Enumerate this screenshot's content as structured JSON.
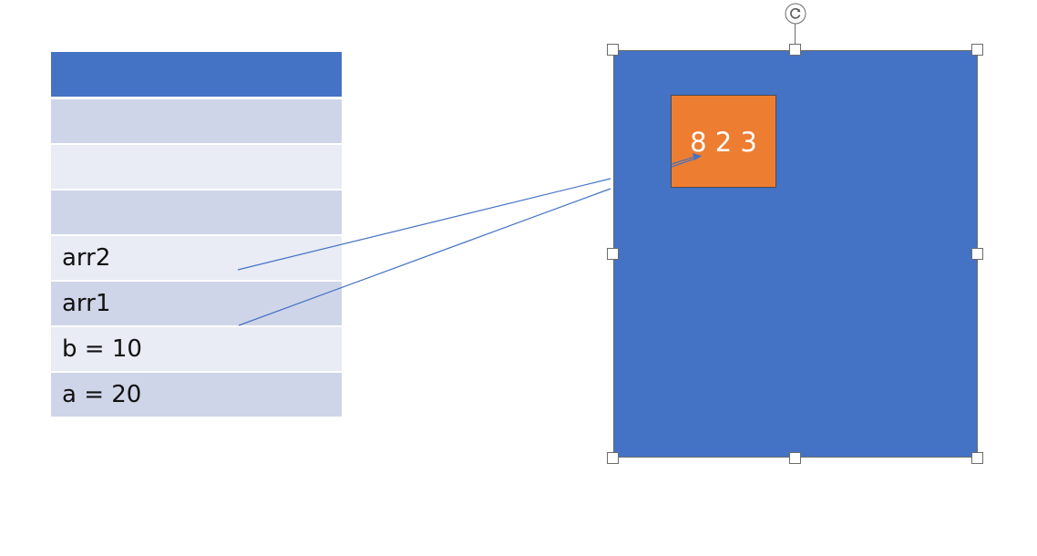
{
  "stack": {
    "rows": [
      {
        "label": ""
      },
      {
        "label": ""
      },
      {
        "label": ""
      },
      {
        "label": "arr2"
      },
      {
        "label": "arr1"
      },
      {
        "label": "b  = 10"
      },
      {
        "label": "a = 20"
      }
    ]
  },
  "heap": {
    "array_values": "8 2 3"
  },
  "colors": {
    "blue": "#4472c4",
    "orange": "#ed7d31",
    "row_dark": "#cfd5e8",
    "row_light": "#e9ebf5"
  }
}
